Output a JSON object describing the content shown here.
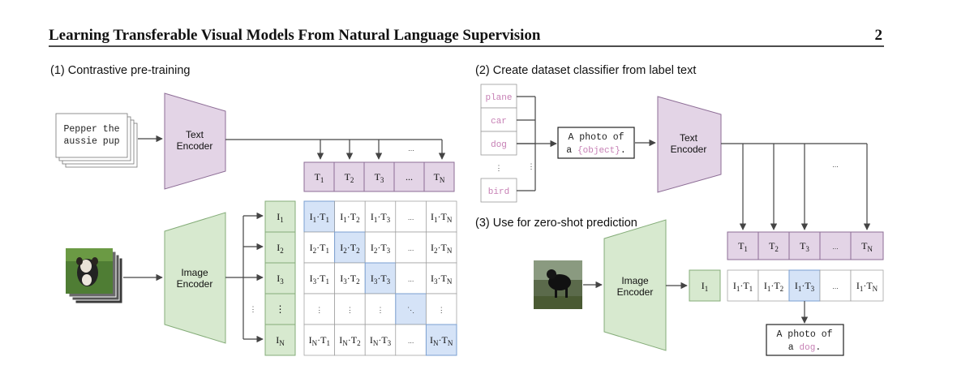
{
  "header": {
    "title": "Learning Transferable Visual Models From Natural Language Supervision",
    "page_number": "2"
  },
  "section1": {
    "title": "(1) Contrastive pre-training",
    "text_input": [
      "Pepper the",
      "aussie pup"
    ],
    "text_encoder": [
      "Text",
      "Encoder"
    ],
    "image_encoder": [
      "Image",
      "Encoder"
    ],
    "text_tokens": [
      "T1",
      "T2",
      "T3",
      "...",
      "TN"
    ],
    "image_tokens": [
      "I1",
      "I2",
      "I3",
      "⋮",
      "IN"
    ],
    "matrix": [
      [
        "I1·T1",
        "I1·T2",
        "I1·T3",
        "...",
        "I1·TN"
      ],
      [
        "I2·T1",
        "I2·T2",
        "I2·T3",
        "...",
        "I2·TN"
      ],
      [
        "I3·T1",
        "I3·T2",
        "I3·T3",
        "...",
        "I3·TN"
      ],
      [
        "⋮",
        "⋮",
        "⋮",
        "⋱",
        "⋮"
      ],
      [
        "IN·T1",
        "IN·T2",
        "IN·T3",
        "...",
        "IN·TN"
      ]
    ]
  },
  "section2": {
    "title": "(2) Create dataset classifier from label text",
    "labels": [
      "plane",
      "car",
      "dog",
      "⋮",
      "bird"
    ],
    "template": [
      "A photo of",
      "a ",
      "{object}",
      "."
    ],
    "text_encoder": [
      "Text",
      "Encoder"
    ],
    "text_tokens": [
      "T1",
      "T2",
      "T3",
      "...",
      "TN"
    ]
  },
  "section3": {
    "title": "(3) Use for zero-shot prediction",
    "image_encoder": [
      "Image",
      "Encoder"
    ],
    "image_token": "I1",
    "scores": [
      "I1·T1",
      "I1·T2",
      "I1·T3",
      "...",
      "I1·TN"
    ],
    "output": [
      "A photo of",
      "a ",
      "dog",
      "."
    ]
  },
  "colors": {
    "text_box": "#e3d4e6",
    "text_border": "#8d6d96",
    "image_box": "#d7e9cf",
    "image_border": "#84ac78",
    "highlight": "#d5e3f7",
    "highlight_border": "#7a9fd0",
    "placeholder": "#c67fb4"
  }
}
